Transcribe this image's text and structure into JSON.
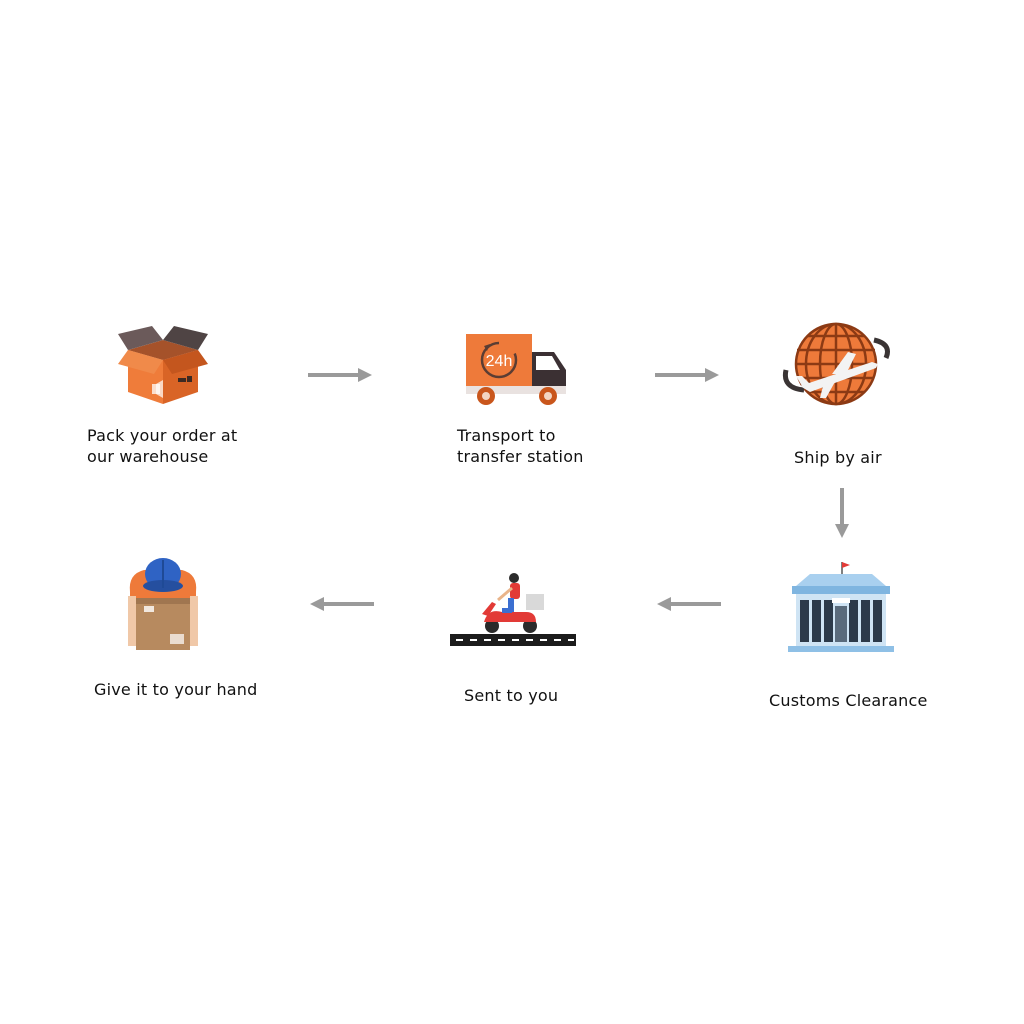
{
  "steps": {
    "pack": {
      "line1": "Pack your order at",
      "line2": "our warehouse",
      "icon": "package-box-icon"
    },
    "transport": {
      "line1": "Transport to",
      "line2": "transfer station",
      "icon": "delivery-truck-24h-icon"
    },
    "air": {
      "line1": "Ship by air",
      "icon": "globe-airplane-icon"
    },
    "customs": {
      "line1": "Customs Clearance",
      "icon": "customs-building-icon"
    },
    "sent": {
      "line1": "Sent to you",
      "icon": "scooter-courier-icon"
    },
    "give": {
      "line1": "Give it to your hand",
      "icon": "courier-handing-box-icon"
    }
  },
  "truck_badge": "24h",
  "colors": {
    "orange": "#ee7a3a",
    "dark_orange": "#c9561c",
    "arrow_gray": "#9a9a9a",
    "building_blue": "#7fb5e0",
    "cap_blue": "#2f63c4",
    "scooter_red": "#e23a36"
  }
}
